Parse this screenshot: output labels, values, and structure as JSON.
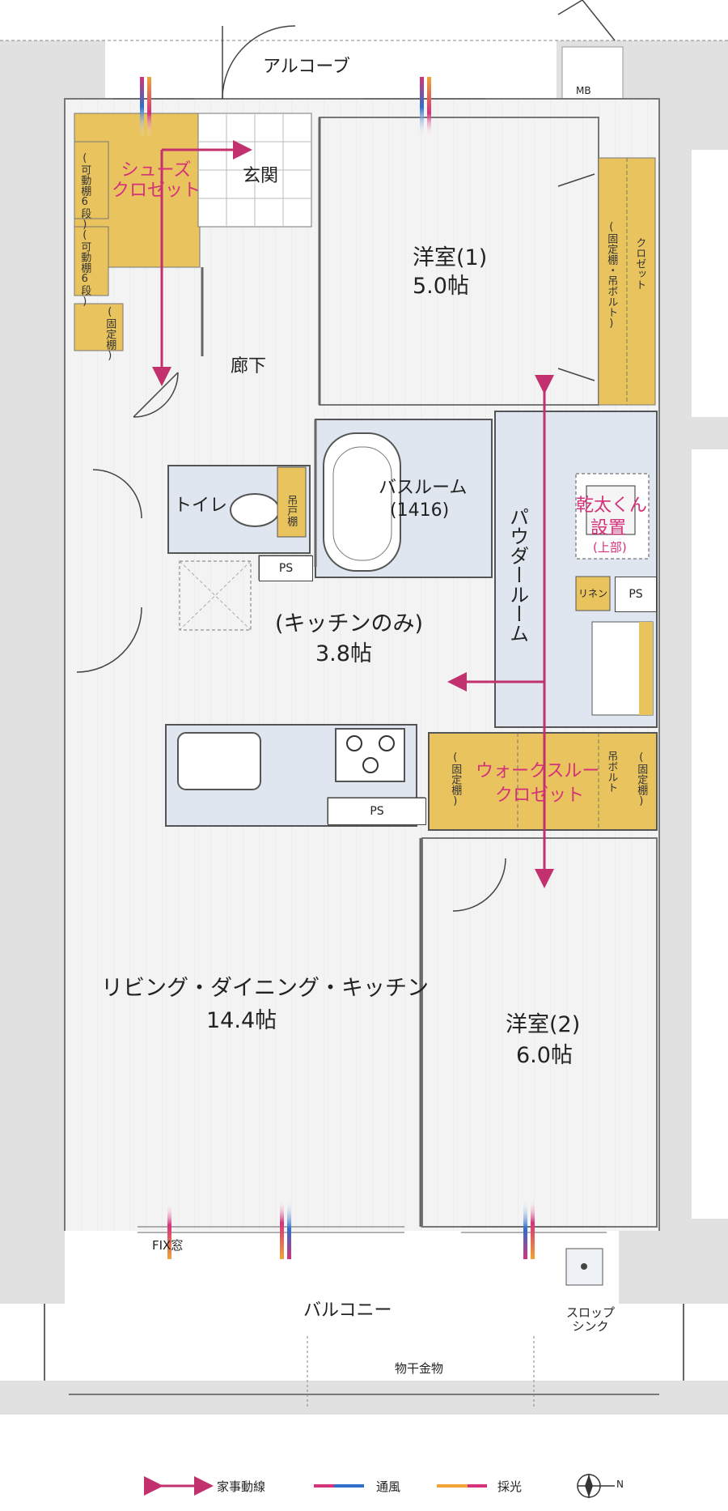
{
  "rooms": {
    "alcove": "アルコーブ",
    "mb": "MB",
    "entrance": "玄関",
    "shoe_closet": "シューズ\nクロゼット",
    "movable_shelf_1": "(可動棚6段)",
    "movable_shelf_2": "(可動棚6段)",
    "fixed_shelf_entry": "(固定棚)",
    "corridor": "廊下",
    "western1_name": "洋室(1)",
    "western1_size": "5.0帖",
    "closet_label": "クロゼット",
    "closet_shelf": "(固定棚・吊ボルト)",
    "toilet": "トイレ",
    "toilet_shelf": "吊戸棚",
    "bath_name": "バスルーム",
    "bath_size": "(1416)",
    "powder_room": "パウダールーム",
    "kanta_1": "乾太くん",
    "kanta_2": "設置",
    "kanta_3": "(上部)",
    "linen": "リネン",
    "kitchen_only": "(キッチンのみ)",
    "kitchen_size": "3.8帖",
    "walk_through_1": "ウォークスルー",
    "walk_through_2": "クロゼット",
    "wt_fixed_left": "(固定棚)",
    "wt_fixed_right": "(固定棚)",
    "wt_hang": "吊ボルト",
    "ldk_name": "リビング・ダイニング・キッチン",
    "ldk_size": "14.4帖",
    "western2_name": "洋室(2)",
    "western2_size": "6.0帖",
    "fix_window": "FIX窓",
    "slop_sink": "スロップ\nシンク",
    "balcony": "バルコニー",
    "laundry_pole": "物干金物",
    "ps": "PS"
  },
  "legend": {
    "housework": "家事動線",
    "ventilation": "通風",
    "daylight": "採光",
    "north": "N"
  },
  "colors": {
    "wall": "#e1e1e1",
    "floor": "#f2f2f2",
    "wet_area": "#dfe6f0",
    "storage": "#e9c35e",
    "arrow": "#c2306e",
    "ventilation_blue": "#2f6fc9",
    "daylight_orange": "#f0a436"
  }
}
